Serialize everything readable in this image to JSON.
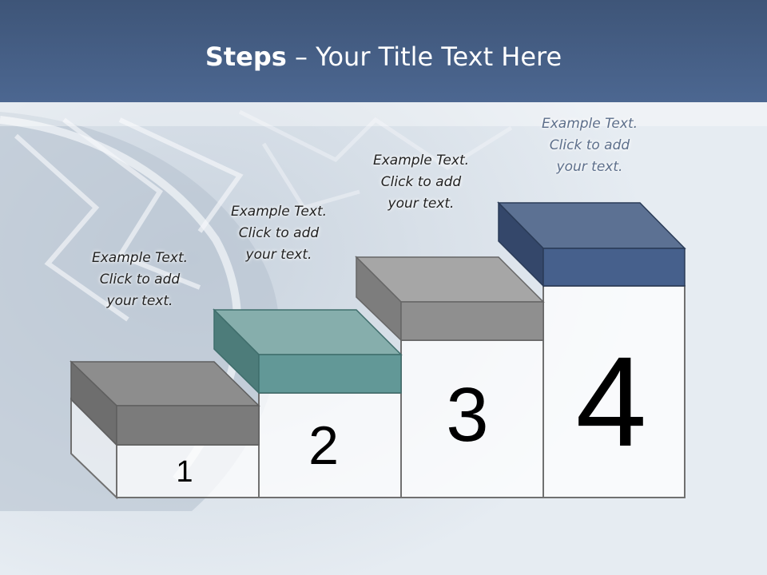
{
  "title": {
    "bold": "Steps",
    "rest": " – Your Title Text Here"
  },
  "steps": [
    {
      "number": "1",
      "caption": [
        "Example Text.",
        "Click  to add",
        "your text."
      ]
    },
    {
      "number": "2",
      "caption": [
        "Example Text.",
        "Click  to add",
        "your text."
      ]
    },
    {
      "number": "3",
      "caption": [
        "Example Text.",
        "Click  to add",
        "your text."
      ]
    },
    {
      "number": "4",
      "caption": [
        "Example Text.",
        "Click  to add",
        "your text."
      ]
    }
  ],
  "colors": {
    "header": "#4a6490",
    "step1_block": "#8a8a8a",
    "step2_block": "#6a9e9c",
    "step3_block": "#9b9b9b",
    "step4_block": "#4a6290"
  }
}
